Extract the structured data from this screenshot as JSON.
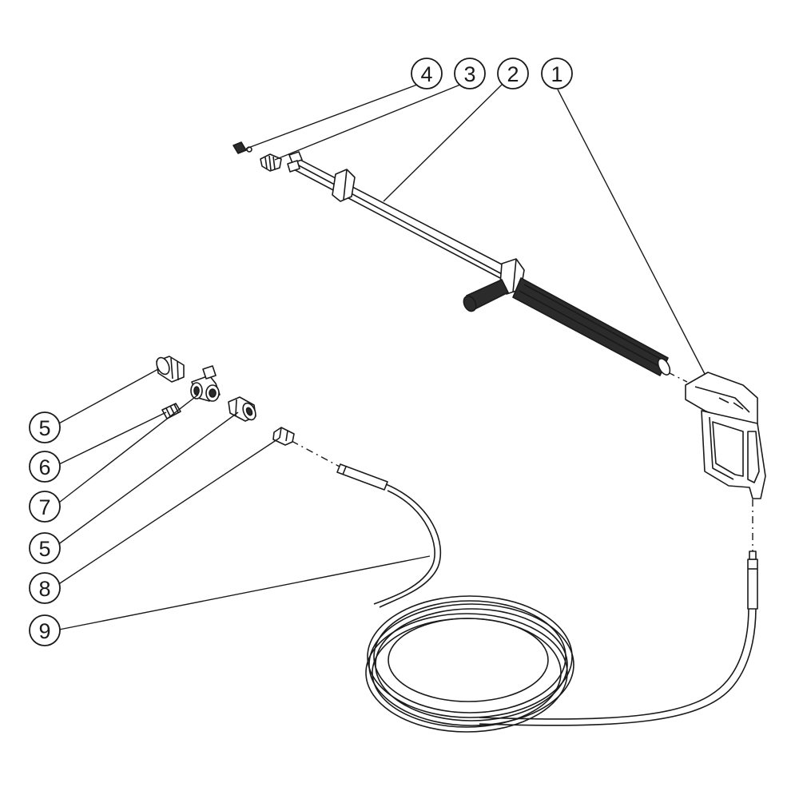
{
  "balloons": [
    {
      "id": "b4",
      "label": "4"
    },
    {
      "id": "b3",
      "label": "3"
    },
    {
      "id": "b2",
      "label": "2"
    },
    {
      "id": "b1",
      "label": "1"
    },
    {
      "id": "b5a",
      "label": "5"
    },
    {
      "id": "b6",
      "label": "6"
    },
    {
      "id": "b7",
      "label": "7"
    },
    {
      "id": "b5b",
      "label": "5"
    },
    {
      "id": "b8",
      "label": "8"
    },
    {
      "id": "b9",
      "label": "9"
    }
  ],
  "colors": {
    "line": "#1a1a1a",
    "grip": "#2b2b2b",
    "background": "#ffffff"
  }
}
